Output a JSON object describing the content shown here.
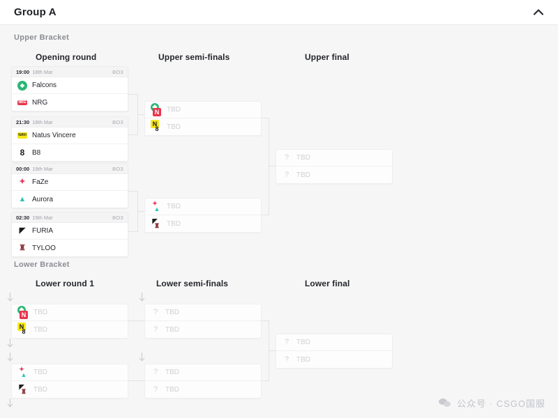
{
  "header": {
    "title": "Group A",
    "collapse_icon": "chevron-up-icon"
  },
  "brackets": {
    "upper": {
      "label": "Upper Bracket",
      "rounds": [
        {
          "title": "Opening round"
        },
        {
          "title": "Upper semi-finals"
        },
        {
          "title": "Upper final"
        }
      ]
    },
    "lower": {
      "label": "Lower Bracket",
      "rounds": [
        {
          "title": "Lower round 1"
        },
        {
          "title": "Lower semi-finals"
        },
        {
          "title": "Lower final"
        }
      ]
    }
  },
  "tbd_label": "TBD",
  "matches": {
    "opening": [
      {
        "time": "19:00",
        "date": "18th Mar",
        "format": "BO3",
        "teams": [
          {
            "name": "Falcons",
            "logo": "falcons-logo"
          },
          {
            "name": "NRG",
            "logo": "nrg-logo"
          }
        ]
      },
      {
        "time": "21:30",
        "date": "18th Mar",
        "format": "BO3",
        "teams": [
          {
            "name": "Natus Vincere",
            "logo": "navi-logo"
          },
          {
            "name": "B8",
            "logo": "b8-logo"
          }
        ]
      },
      {
        "time": "00:00",
        "date": "19th Mar",
        "format": "BO3",
        "teams": [
          {
            "name": "FaZe",
            "logo": "faze-logo"
          },
          {
            "name": "Aurora",
            "logo": "aurora-logo"
          }
        ]
      },
      {
        "time": "02:30",
        "date": "19th Mar",
        "format": "BO3",
        "teams": [
          {
            "name": "FURIA",
            "logo": "furia-logo"
          },
          {
            "name": "TYLOO",
            "logo": "tyloo-logo"
          }
        ]
      }
    ],
    "upper_semis": [
      {
        "teams": [
          {
            "name": "TBD"
          },
          {
            "name": "TBD"
          }
        ]
      },
      {
        "teams": [
          {
            "name": "TBD"
          },
          {
            "name": "TBD"
          }
        ]
      }
    ],
    "upper_final": [
      {
        "teams": [
          {
            "name": "TBD"
          },
          {
            "name": "TBD"
          }
        ]
      }
    ],
    "lower_round1": [
      {
        "teams": [
          {
            "name": "TBD"
          },
          {
            "name": "TBD"
          }
        ]
      },
      {
        "teams": [
          {
            "name": "TBD"
          },
          {
            "name": "TBD"
          }
        ]
      }
    ],
    "lower_semis": [
      {
        "teams": [
          {
            "name": "TBD"
          },
          {
            "name": "TBD"
          }
        ]
      },
      {
        "teams": [
          {
            "name": "TBD"
          },
          {
            "name": "TBD"
          }
        ]
      }
    ],
    "lower_final": [
      {
        "teams": [
          {
            "name": "TBD"
          },
          {
            "name": "TBD"
          }
        ]
      }
    ]
  },
  "watermark": {
    "icon": "wechat-icon",
    "text": "公众号 · CSGO国服"
  },
  "colors": {
    "page_bg": "#f6f6f7",
    "card_bg": "#ffffff",
    "text": "#23252a",
    "muted": "#8b8d93",
    "tbd": "#cfd0d4",
    "falcons": "#2bb673",
    "nrg": "#e8354c",
    "navi": "#f5e71a",
    "b8": "#1b1b1b",
    "faze": "#e33a5e",
    "aurora": "#2fc4bd",
    "furia": "#1c1c1c",
    "tyloo": "#8d3b3f"
  }
}
